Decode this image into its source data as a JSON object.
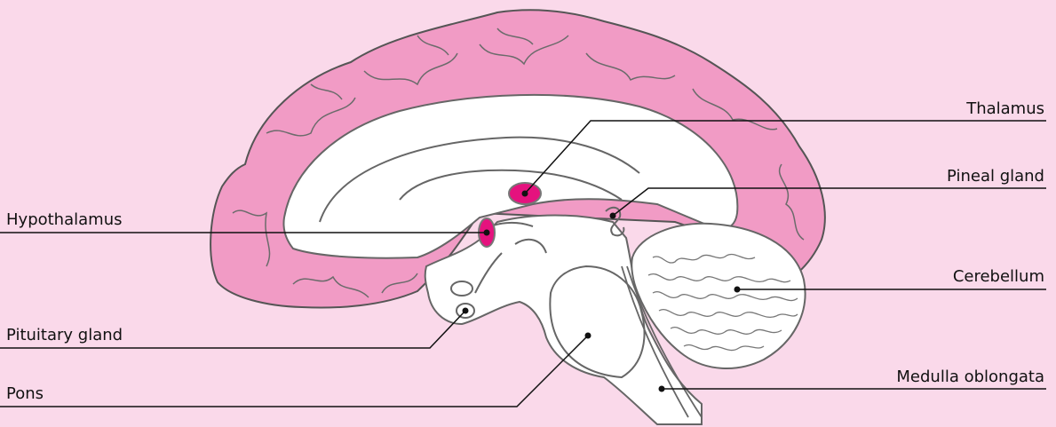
{
  "labels": {
    "thalamus": "Thalamus",
    "pineal": "Pineal gland",
    "hypothalamus": "Hypothalamus",
    "cerebellum": "Cerebellum",
    "pituitary": "Pituitary gland",
    "medulla": "Medulla oblongata",
    "pons": "Pons"
  },
  "colors": {
    "background": "#fad9ea",
    "cortex": "#f19bc5",
    "highlight": "#e5127e",
    "outline": "#666666",
    "white_matter": "#ffffff",
    "leader": "#111111"
  }
}
